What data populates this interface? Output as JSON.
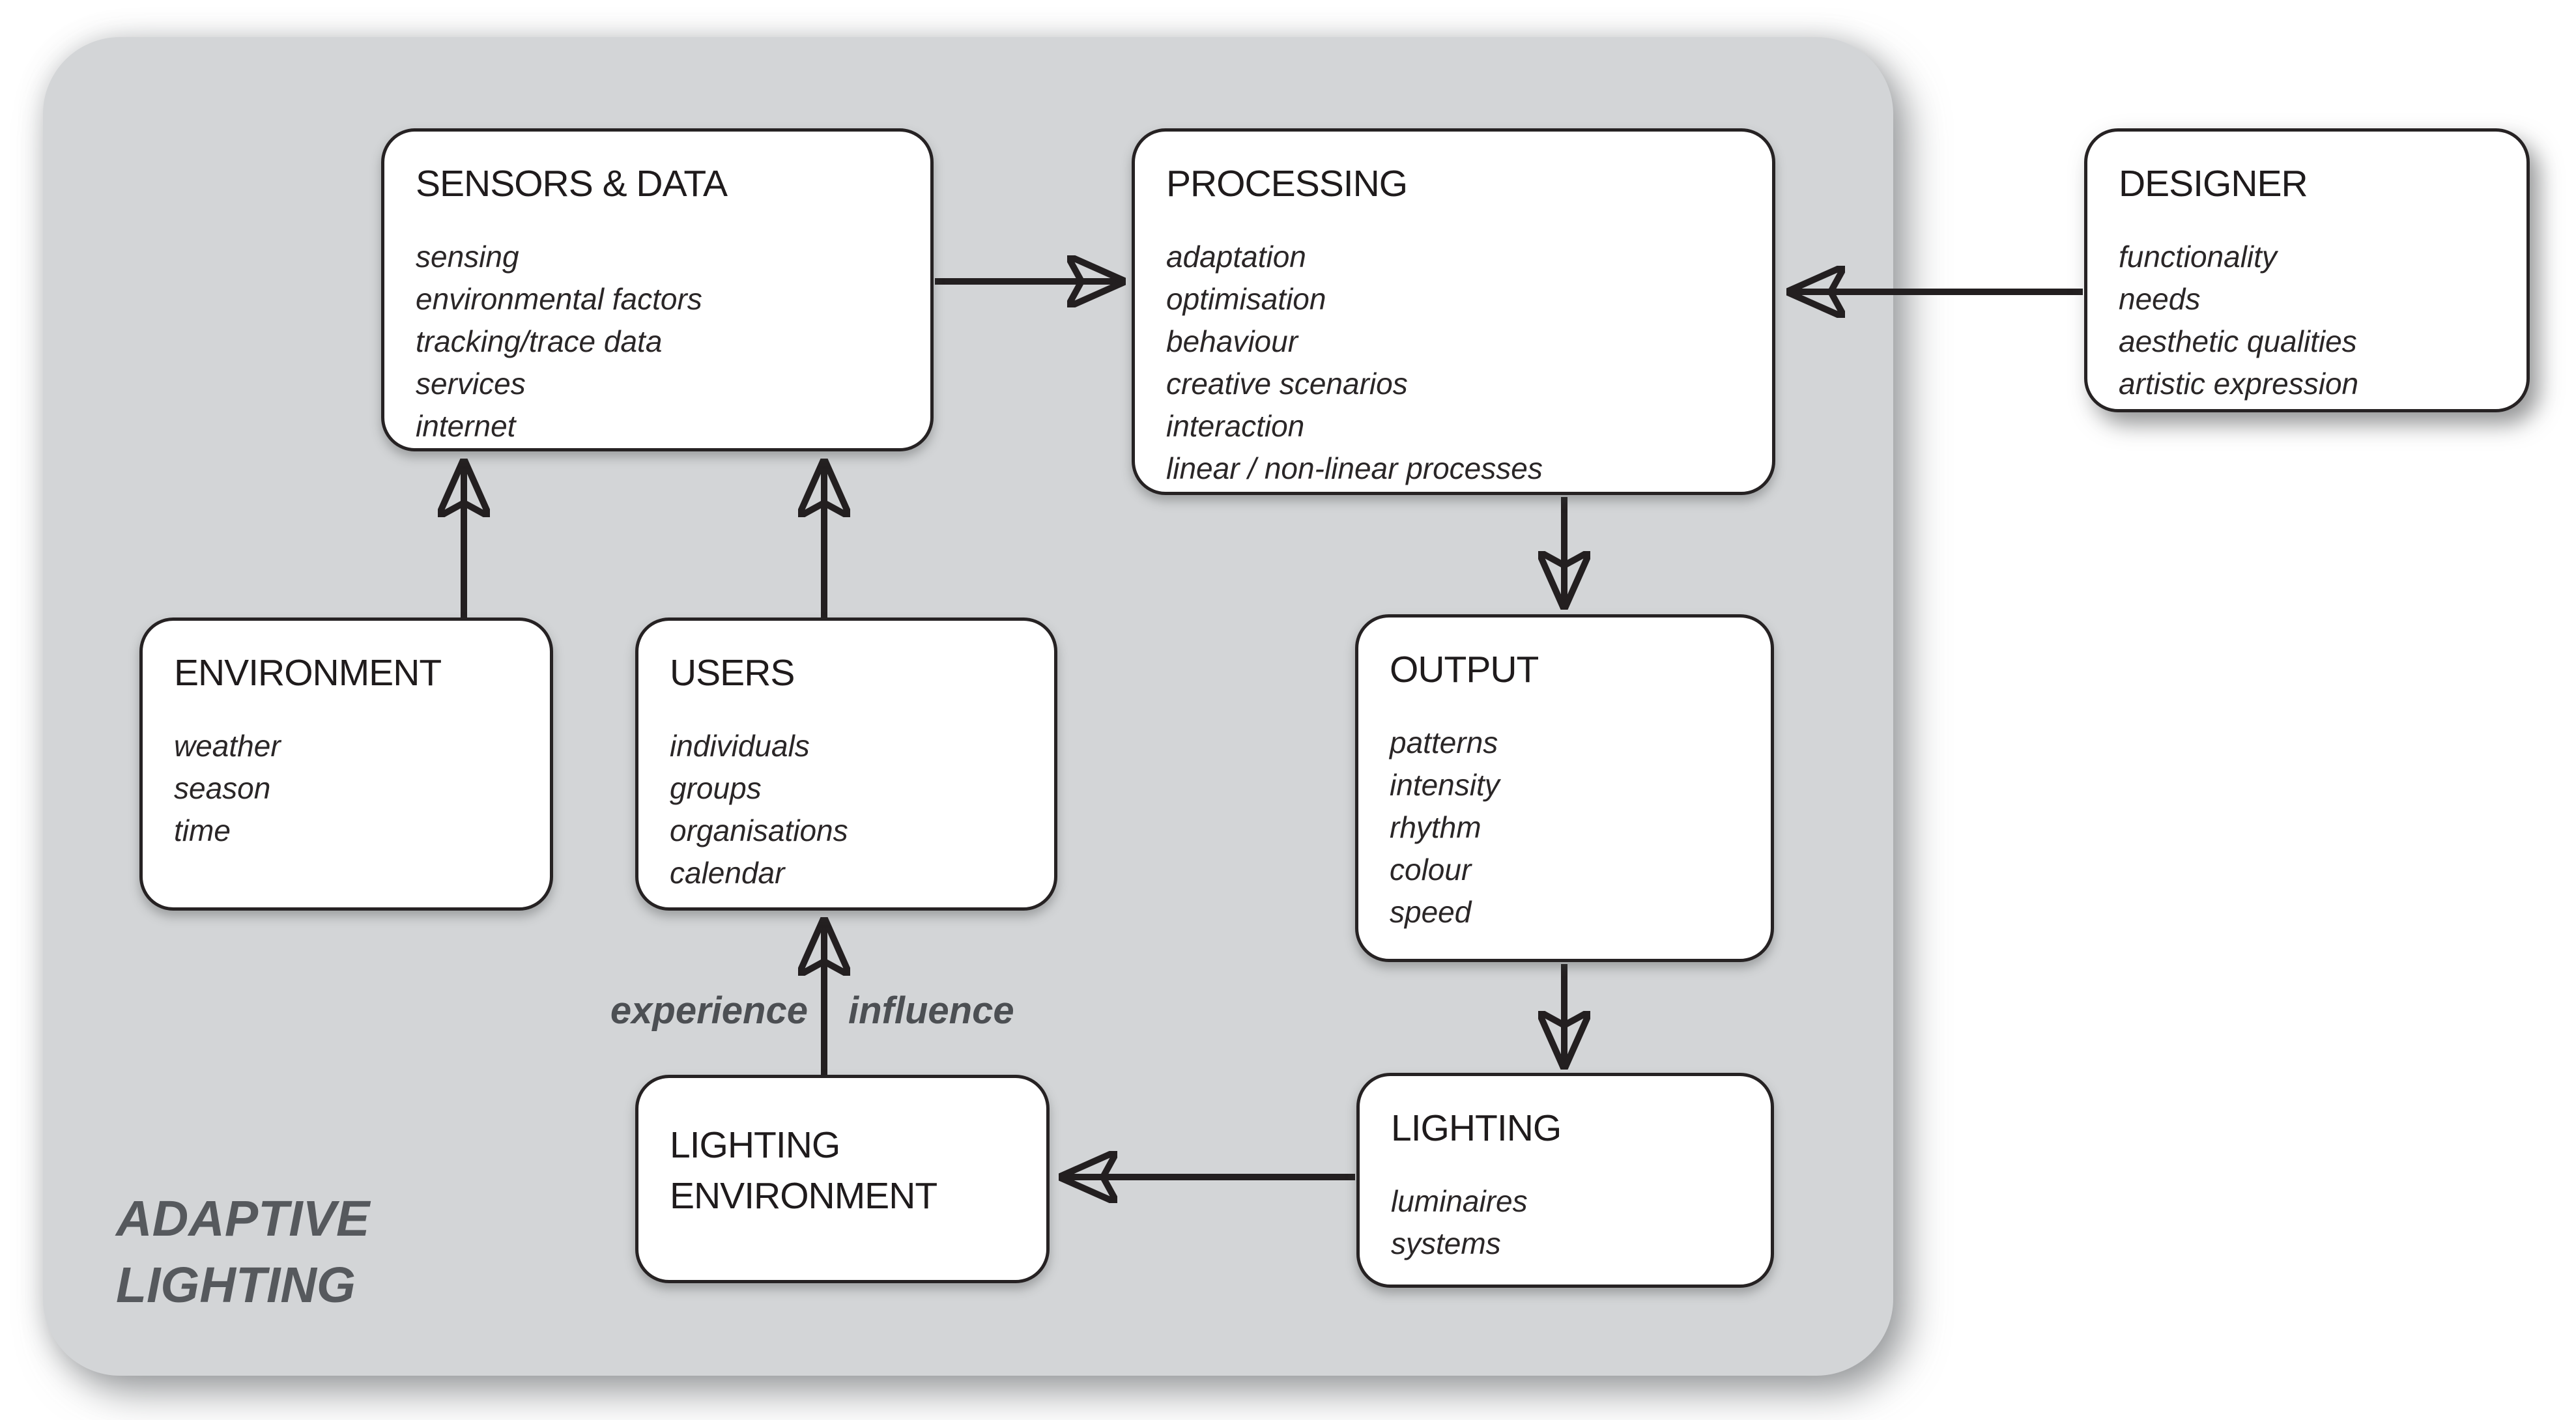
{
  "diagram_label": {
    "line1": "ADAPTIVE",
    "line2": "LIGHTING"
  },
  "nodes": {
    "sensors_data": {
      "title": "SENSORS & DATA",
      "items": [
        "sensing",
        "environmental factors",
        "tracking/trace data",
        "services",
        "internet"
      ]
    },
    "processing": {
      "title": "PROCESSING",
      "items": [
        "adaptation",
        "optimisation",
        "behaviour",
        "creative scenarios",
        "interaction",
        "linear / non-linear processes"
      ]
    },
    "designer": {
      "title": "DESIGNER",
      "items": [
        "functionality",
        "needs",
        "aesthetic qualities",
        "artistic expression"
      ]
    },
    "environment": {
      "title": "ENVIRONMENT",
      "items": [
        "weather",
        "season",
        "time"
      ]
    },
    "users": {
      "title": "USERS",
      "items": [
        "individuals",
        "groups",
        "organisations",
        "calendar"
      ]
    },
    "output": {
      "title": "OUTPUT",
      "items": [
        "patterns",
        "intensity",
        "rhythm",
        "colour",
        "speed"
      ]
    },
    "lighting": {
      "title": "LIGHTING",
      "items": [
        "luminaires",
        "systems"
      ]
    },
    "lighting_environment": {
      "title": "LIGHTING ENVIRONMENT",
      "items": []
    }
  },
  "flow_labels": {
    "experience": "experience",
    "influence": "influence"
  },
  "connections": [
    {
      "from": "SENSORS & DATA",
      "to": "PROCESSING"
    },
    {
      "from": "DESIGNER",
      "to": "PROCESSING"
    },
    {
      "from": "ENVIRONMENT",
      "to": "SENSORS & DATA"
    },
    {
      "from": "USERS",
      "to": "SENSORS & DATA"
    },
    {
      "from": "PROCESSING",
      "to": "OUTPUT"
    },
    {
      "from": "OUTPUT",
      "to": "LIGHTING"
    },
    {
      "from": "LIGHTING",
      "to": "LIGHTING ENVIRONMENT"
    },
    {
      "from": "LIGHTING ENVIRONMENT",
      "to": "USERS",
      "labels": [
        "experience",
        "influence"
      ]
    }
  ],
  "colors": {
    "panel_bg": "#d3d5d7",
    "node_bg": "#ffffff",
    "node_border": "#262223",
    "arrow": "#231f20",
    "flow_label_gray": "#4c4f53",
    "diagram_label_gray": "#56595d"
  }
}
